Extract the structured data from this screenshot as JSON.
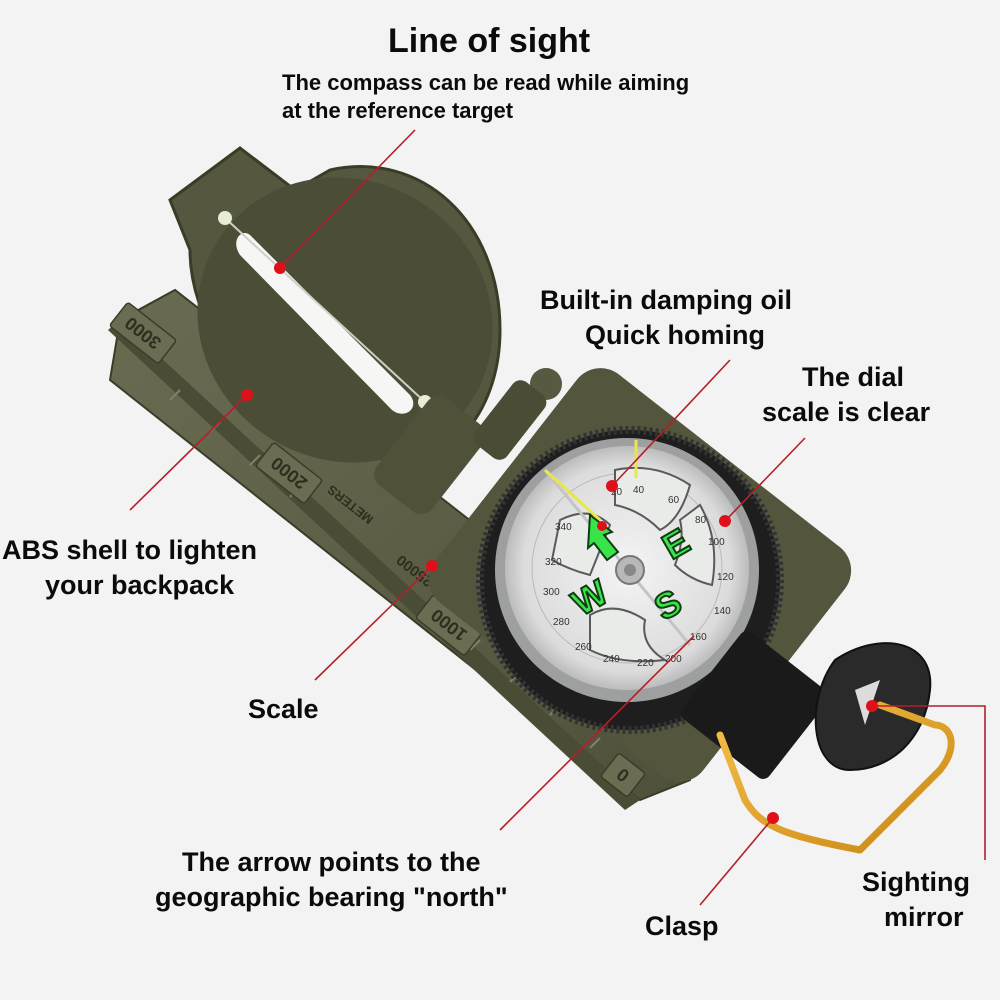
{
  "annotations": {
    "line_of_sight": {
      "title": "Line of sight",
      "line1": "The compass can be read while aiming",
      "line2": "at the reference target"
    },
    "damping": {
      "line1": "Built-in damping oil",
      "line2": "Quick homing"
    },
    "dial": {
      "line1": "The dial",
      "line2": "scale is clear"
    },
    "abs_shell": {
      "line1": "ABS shell to lighten",
      "line2": "your backpack"
    },
    "scale": {
      "label": "Scale"
    },
    "arrow": {
      "line1": "The arrow points to the",
      "line2": "geographic bearing \"north\""
    },
    "clasp": {
      "label": "Clasp"
    },
    "mirror": {
      "line1": "Sighting",
      "line2": "mirror"
    }
  },
  "compass": {
    "cardinals": {
      "west": "W",
      "east": "E",
      "south": "S"
    },
    "dial_numbers": [
      "20",
      "40",
      "60",
      "80",
      "100",
      "120",
      "140",
      "160",
      "200",
      "220",
      "240",
      "260",
      "280",
      "300",
      "320",
      "340"
    ],
    "ruler_marks": [
      "3000",
      "2000",
      "1:25000",
      "1000",
      "0"
    ],
    "ruler_unit": "METERS"
  },
  "colors": {
    "background": "#f3f3f3",
    "body_olive": "#5b5d45",
    "body_dark": "#44462f",
    "leader_line": "#b3202a",
    "marker_dot": "#e0101b",
    "cardinal_green": "#39e34a",
    "brass": "#e0a22a"
  }
}
